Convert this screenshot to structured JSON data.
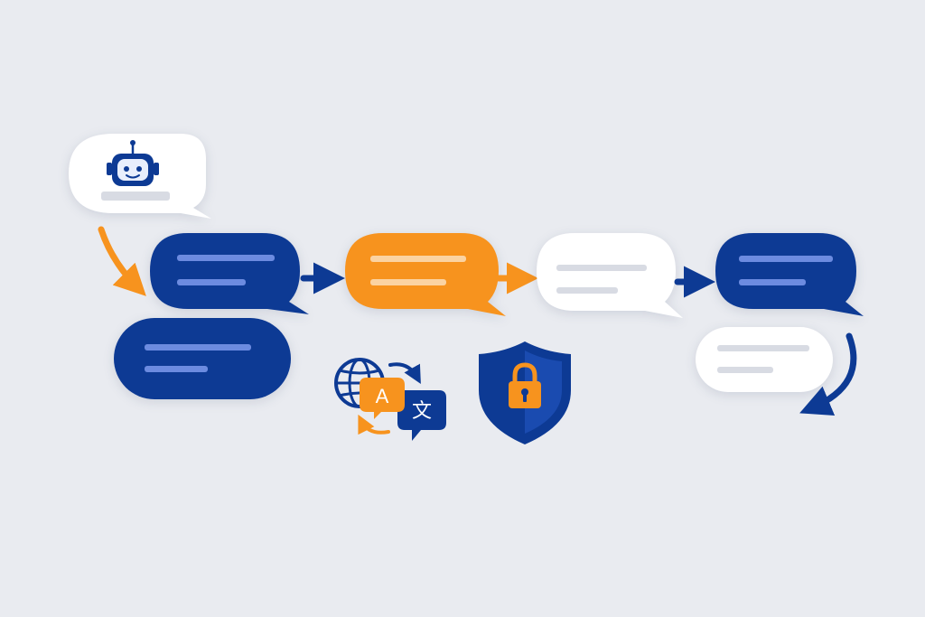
{
  "theme": {
    "background": "#e9ebf0",
    "primary_blue": "#0d3a94",
    "accent_orange": "#f7931e",
    "bubble_white": "#ffffff",
    "placeholder_light": "#6c8be0",
    "placeholder_dark": "#d8dbe3"
  },
  "flow": {
    "start": {
      "icon": "robot-icon",
      "kind": "bot-message"
    },
    "steps": [
      {
        "id": "message-1",
        "color": "blue",
        "kind": "speech-bubble"
      },
      {
        "id": "message-2",
        "color": "orange",
        "kind": "speech-bubble"
      },
      {
        "id": "message-3",
        "color": "white",
        "kind": "speech-bubble"
      },
      {
        "id": "message-4",
        "color": "blue",
        "kind": "speech-bubble"
      }
    ],
    "branches": [
      {
        "id": "message-1-reply",
        "color": "blue",
        "kind": "rounded-card"
      },
      {
        "id": "message-4-reply",
        "color": "white",
        "kind": "rounded-card"
      }
    ],
    "connectors": [
      "curved-arrow",
      "arrow-right",
      "arrow-right",
      "arrow-right",
      "curved-arrow"
    ]
  },
  "features": {
    "translation": {
      "icon": "translation-icon",
      "glyph_source": "A",
      "glyph_target": "文"
    },
    "security": {
      "icon": "shield-lock-icon"
    }
  }
}
